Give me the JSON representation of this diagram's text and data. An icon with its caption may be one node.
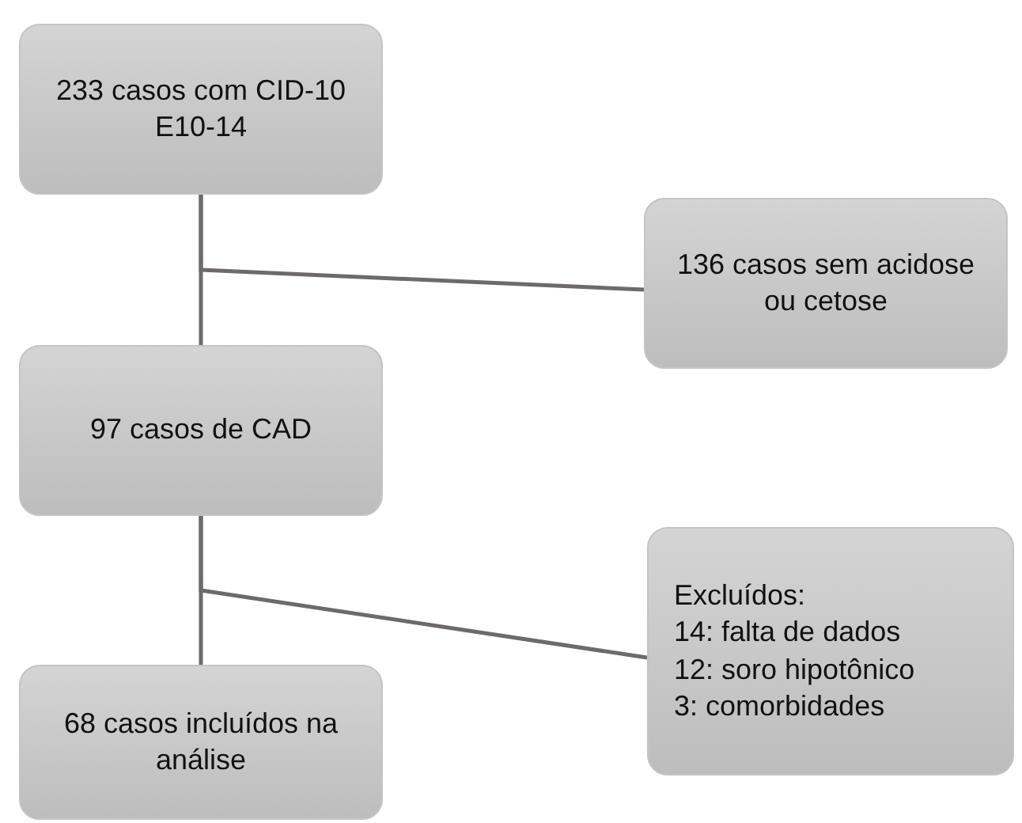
{
  "diagram": {
    "nodes": [
      {
        "text": [
          "233 casos com CID-10 E10-14"
        ]
      },
      {
        "text": [
          "136 casos sem acidose ou cetose"
        ]
      },
      {
        "text": [
          "97 casos de CAD"
        ]
      },
      {
        "text": [
          "Excluídos:",
          "14: falta de dados",
          "12: soro hipotônico",
          "3: comorbidades"
        ]
      },
      {
        "text": [
          "68 casos incluídos na análise"
        ]
      }
    ],
    "edges": [
      {
        "from": 0,
        "to": 2,
        "arrow": "none"
      },
      {
        "from": 0,
        "to": 1,
        "arrow": "none"
      },
      {
        "from": 2,
        "to": 4,
        "arrow": "none"
      },
      {
        "from": 2,
        "to": 3,
        "arrow": "none"
      }
    ]
  }
}
